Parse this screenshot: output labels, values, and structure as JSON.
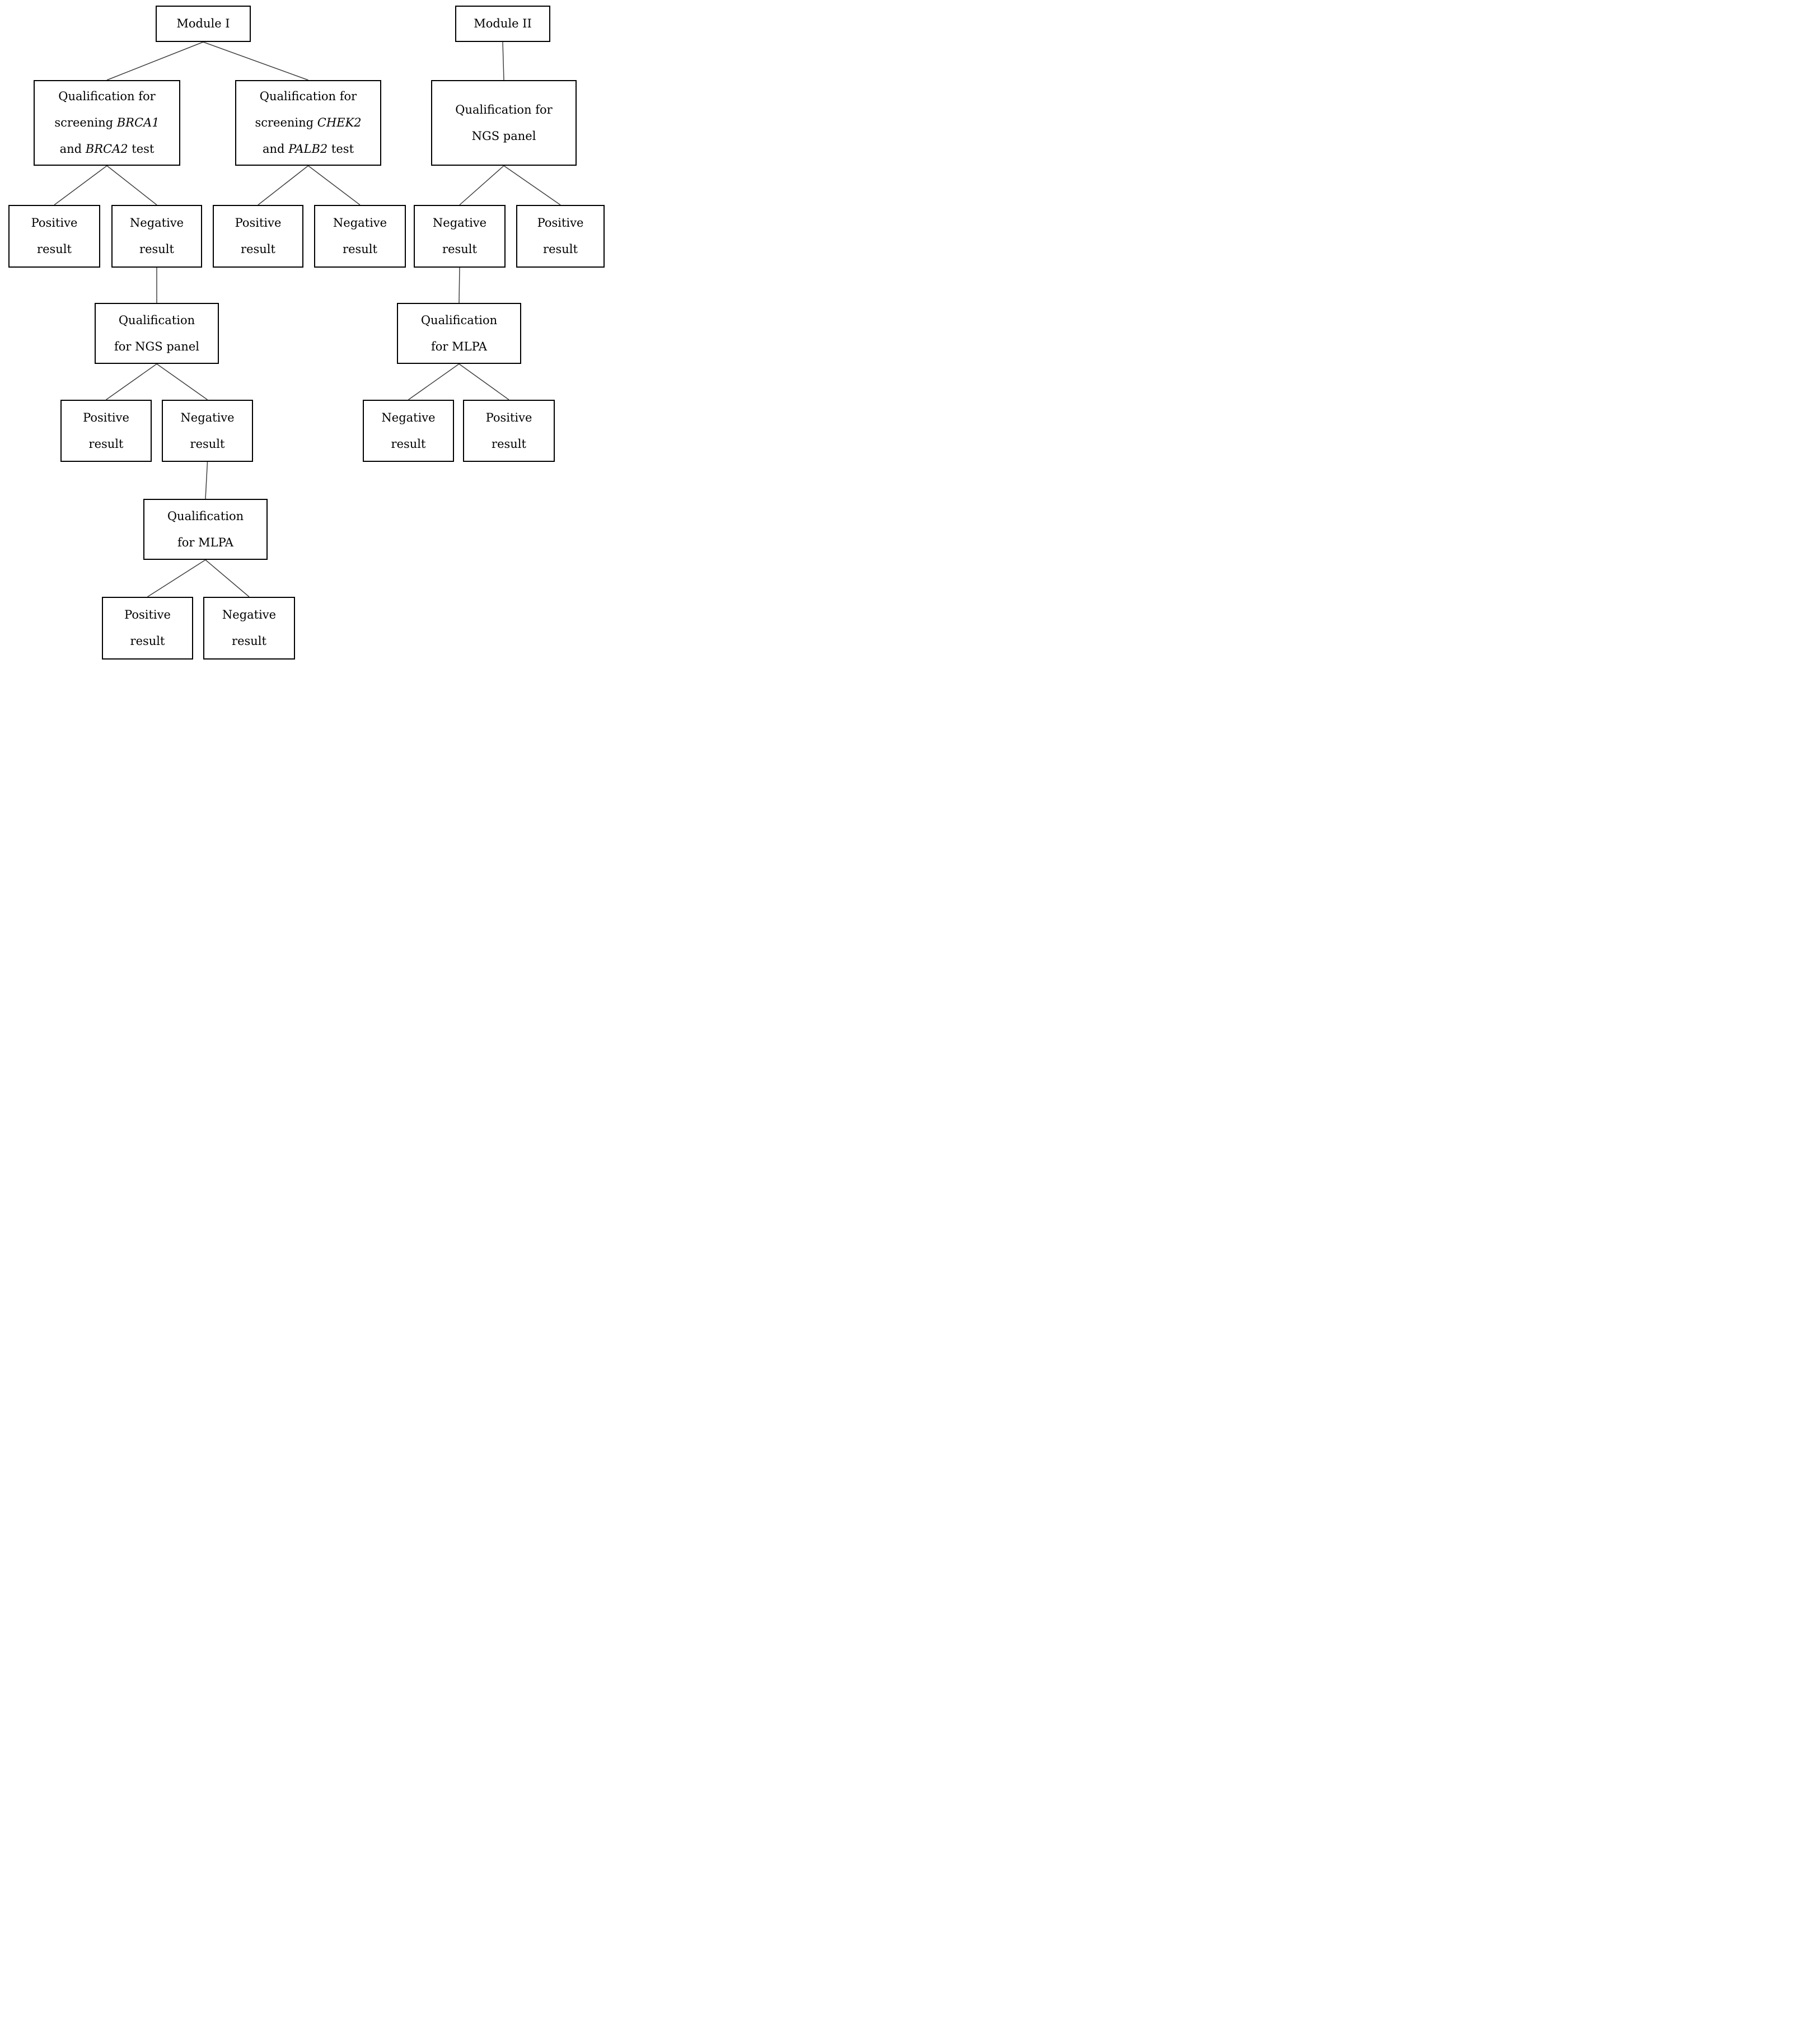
{
  "diagram": {
    "type": "flowchart",
    "colors": {
      "background": "#ffffff",
      "box_border": "#000000",
      "text": "#000000",
      "connector": "#404040"
    },
    "nodes": {
      "module1": {
        "lines": [
          "Module I"
        ]
      },
      "module2": {
        "lines": [
          "Module II"
        ]
      },
      "qual_screen_brca": {
        "lines": [
          "Qualification for",
          "screening BRCA1",
          "and BRCA2 test"
        ],
        "italics": [
          "BRCA1",
          "BRCA2"
        ]
      },
      "qual_screen_chek2": {
        "lines": [
          "Qualification for",
          "screening CHEK2",
          "and PALB2 test"
        ],
        "italics": [
          "CHEK2",
          "PALB2"
        ]
      },
      "qual_ngs_m2": {
        "lines": [
          "Qualification for",
          "NGS panel"
        ]
      },
      "pos_brca": {
        "lines": [
          "Positive",
          "result"
        ]
      },
      "neg_brca": {
        "lines": [
          "Negative",
          "result"
        ]
      },
      "pos_chek2": {
        "lines": [
          "Positive",
          "result"
        ]
      },
      "neg_chek2": {
        "lines": [
          "Negative",
          "result"
        ]
      },
      "neg_ngs_m2": {
        "lines": [
          "Negative",
          "result"
        ]
      },
      "pos_ngs_m2": {
        "lines": [
          "Positive",
          "result"
        ]
      },
      "qual_ngs_m1": {
        "lines": [
          "Qualification",
          "for NGS panel"
        ]
      },
      "qual_mlpa_m2": {
        "lines": [
          "Qualification",
          "for MLPA"
        ]
      },
      "pos_ngs_m1": {
        "lines": [
          "Positive",
          "result"
        ]
      },
      "neg_ngs_m1": {
        "lines": [
          "Negative",
          "result"
        ]
      },
      "neg_mlpa_m2": {
        "lines": [
          "Negative",
          "result"
        ]
      },
      "pos_mlpa_m2": {
        "lines": [
          "Positive",
          "result"
        ]
      },
      "qual_mlpa_m1": {
        "lines": [
          "Qualification",
          "for MLPA"
        ]
      },
      "pos_mlpa_m1": {
        "lines": [
          "Positive",
          "result"
        ]
      },
      "neg_mlpa_m1": {
        "lines": [
          "Negative",
          "result"
        ]
      }
    },
    "edges": [
      {
        "from": "module1",
        "to": "qual_screen_brca"
      },
      {
        "from": "module1",
        "to": "qual_screen_chek2"
      },
      {
        "from": "module2",
        "to": "qual_ngs_m2"
      },
      {
        "from": "qual_screen_brca",
        "to": "pos_brca"
      },
      {
        "from": "qual_screen_brca",
        "to": "neg_brca"
      },
      {
        "from": "qual_screen_chek2",
        "to": "pos_chek2"
      },
      {
        "from": "qual_screen_chek2",
        "to": "neg_chek2"
      },
      {
        "from": "qual_ngs_m2",
        "to": "neg_ngs_m2"
      },
      {
        "from": "qual_ngs_m2",
        "to": "pos_ngs_m2"
      },
      {
        "from": "neg_brca",
        "to": "qual_ngs_m1"
      },
      {
        "from": "neg_ngs_m2",
        "to": "qual_mlpa_m2"
      },
      {
        "from": "qual_ngs_m1",
        "to": "pos_ngs_m1"
      },
      {
        "from": "qual_ngs_m1",
        "to": "neg_ngs_m1"
      },
      {
        "from": "qual_mlpa_m2",
        "to": "neg_mlpa_m2"
      },
      {
        "from": "qual_mlpa_m2",
        "to": "pos_mlpa_m2"
      },
      {
        "from": "neg_ngs_m1",
        "to": "qual_mlpa_m1"
      },
      {
        "from": "qual_mlpa_m1",
        "to": "pos_mlpa_m1"
      },
      {
        "from": "qual_mlpa_m1",
        "to": "neg_mlpa_m1"
      }
    ]
  }
}
